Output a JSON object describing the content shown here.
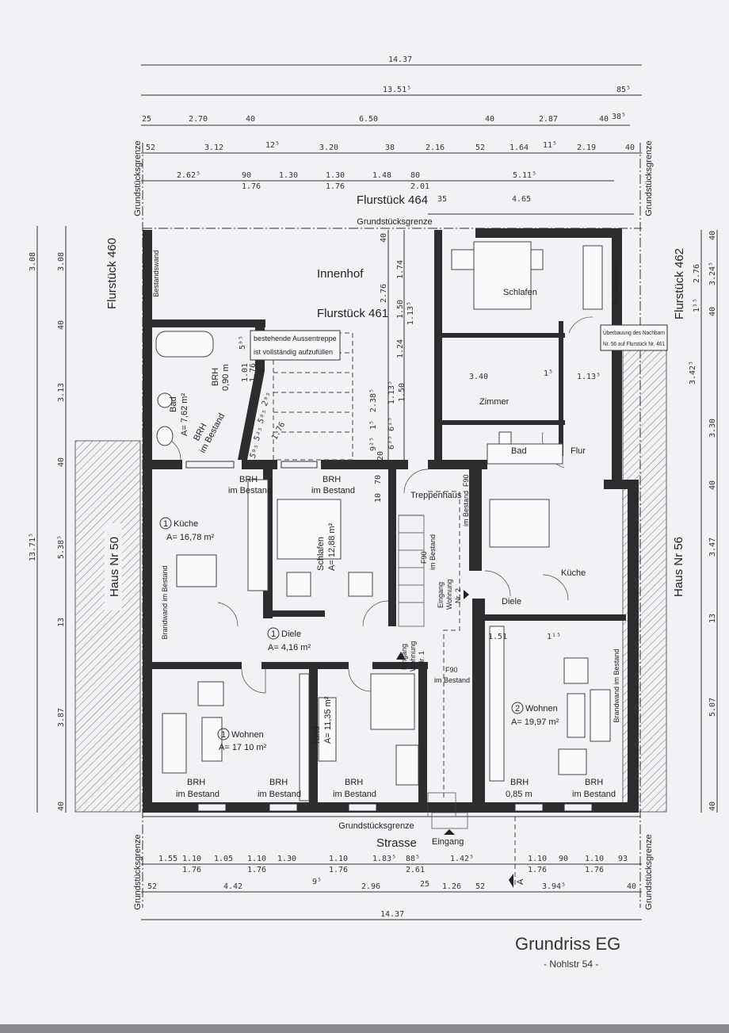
{
  "title": "Grundriss EG",
  "subtitle": "- Nohlstr 54 -",
  "site": {
    "boundary": "Grundstücksgrenze",
    "parcel_top": "Flurstück 464",
    "parcel_courtyard": "Flurstück 461",
    "parcel_left": "Flurstück 460",
    "parcel_right": "Flurstück 462",
    "courtyard": "Innenhof",
    "house_left": "Haus Nr 50",
    "house_right": "Haus Nr 56",
    "street": "Strasse",
    "entrance": "Eingang",
    "section_marker": "A",
    "existing_wall": "Bestandswand",
    "fire_wall": "Brandwand im Bestand",
    "note_stairs": [
      "bestehende Aussentreppe",
      "ist vollständig aufzufüllen"
    ],
    "note_neighbour": [
      "Überbauung des Nachbarn",
      "Nr. 56 auf Flurstück Nr. 461"
    ]
  },
  "rooms": {
    "bad1": {
      "num": "1",
      "name": "Bad",
      "area": "A= 7,62 m²"
    },
    "kueche1": {
      "num": "1",
      "name": "Küche",
      "area": "A= 16,78 m²"
    },
    "schlafen1": {
      "num": "1",
      "name": "Schlafen",
      "area": "A= 12,88 m²"
    },
    "diele1": {
      "num": "1",
      "name": "Diele",
      "area": "A= 4,16 m²"
    },
    "wohnen1": {
      "num": "1",
      "name": "Wohnen",
      "area": "A= 17 10 m²"
    },
    "kind1": {
      "num": "1",
      "name": "Kind",
      "area": "A= 11,35 m²"
    },
    "wohnen2": {
      "num": "2",
      "name": "Wohnen",
      "area": "A= 19,97 m²"
    },
    "schlafen2": {
      "name": "Schlafen"
    },
    "zimmer2": {
      "name": "Zimmer"
    },
    "bad2": {
      "name": "Bad"
    },
    "flur2": {
      "name": "Flur"
    },
    "kueche2": {
      "name": "Küche"
    },
    "diele2": {
      "name": "Diele"
    },
    "treppenhaus": {
      "name": "Treppenhaus"
    }
  },
  "annotations": {
    "brh": "BRH",
    "im_bestand": "im Bestand",
    "brh_090": "0,90 m",
    "brh_085": "0,85 m",
    "f90": "F90",
    "eingang_w1": [
      "Eingang",
      "Wohnung",
      "Nr. 1"
    ],
    "eingang_w2": [
      "Eingang",
      "Wohnung",
      "Nr. 2"
    ]
  },
  "dims": {
    "top1": [
      "14.37"
    ],
    "top2": [
      "13.51⁵",
      "85⁵"
    ],
    "top3": [
      "25",
      "2.70",
      "40",
      "6.50",
      "40",
      "2.87",
      "40",
      "38⁵"
    ],
    "top4": [
      "52",
      "3.12",
      "12⁵",
      "3.20",
      "38",
      "2.16",
      "52",
      "1.64",
      "11⁵",
      "2.19",
      "40"
    ],
    "top5": [
      "2.62⁵",
      "90",
      "1.76",
      "1.30",
      "1.30",
      "1.76",
      "1.48",
      "80",
      "2.01",
      "5.11⁵"
    ],
    "top6": [
      "35",
      "4.65"
    ],
    "left_outer": [
      "3.08",
      "13.71⁵"
    ],
    "left_inner": [
      "3.08",
      "40",
      "3.13",
      "40",
      "5.38⁵",
      "13",
      "3.87",
      "40"
    ],
    "right_outer": [
      "40",
      "3.24⁵",
      "40",
      "3.30",
      "40",
      "3.47",
      "13",
      "5.07",
      "40"
    ],
    "right_inner": [
      "2.76",
      "1¹⁵",
      "3.42⁵"
    ],
    "bottom1": [
      "1.55",
      "1.10",
      "1.76",
      "1.05",
      "1.10",
      "1.76",
      "1.30",
      "1.10",
      "1.76",
      "1.83⁵",
      "88⁵",
      "2.61",
      "1.42⁵",
      "1.10",
      "1.76",
      "90",
      "1.10",
      "1.76",
      "93"
    ],
    "bottom2": [
      "52",
      "4.42",
      "9⁵",
      "2.96",
      "25",
      "1.26",
      "52",
      "3.94⁵",
      "40"
    ],
    "bottom3": [
      "14.37"
    ],
    "courtyard": [
      "40",
      "1.74",
      "2.76",
      "1.13⁵",
      "1.50",
      "1.24",
      "1.13⁵",
      "1.50",
      "6¹⁵",
      "6³⁵",
      "20",
      "9²⁵",
      "1⁵",
      "2.38⁵",
      "5⁹⁵",
      "1.01",
      "1.76",
      "2⁹⁵",
      "5⁹⁵",
      "5³⁵",
      "5⁹⁵",
      "1.76",
      "70",
      "10"
    ],
    "upper_right": [
      "3.40",
      "1⁵",
      "1.13⁵"
    ],
    "lower_right": [
      "1.51",
      "1¹⁵"
    ]
  },
  "colors": {
    "paper": "#f2f1f4",
    "wall": "#2d2d2d",
    "line": "#333333"
  }
}
